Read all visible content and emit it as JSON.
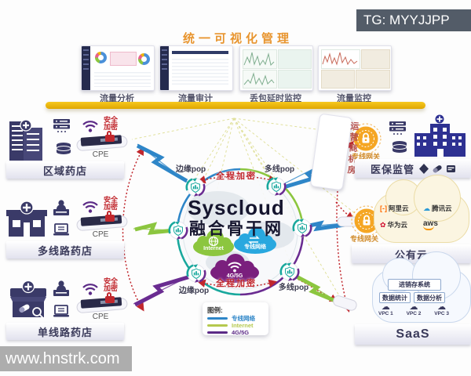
{
  "watermarks": {
    "top": "TG: MYYJJPP",
    "bottom": "www.hnstrk.com"
  },
  "management": {
    "title": "统一可视化管理",
    "dashboards": [
      {
        "label": "流量分析"
      },
      {
        "label": "流量审计"
      },
      {
        "label": "丢包延时监控"
      },
      {
        "label": "流量监控"
      }
    ]
  },
  "sites": [
    {
      "name": "区域药店",
      "cpe_label": "CPE",
      "secure_line1": "安全",
      "secure_line2": "加密"
    },
    {
      "name": "多线路药店",
      "cpe_label": "CPE",
      "secure_line1": "安全",
      "secure_line2": "加密"
    },
    {
      "name": "单线路药店",
      "cpe_label": "CPE",
      "secure_line1": "安全",
      "secure_line2": "加密"
    }
  ],
  "core": {
    "brand": "Syscloud",
    "name": "融合骨干网",
    "encryption_top": "全程加密",
    "encryption_bottom": "全程加密",
    "clouds": [
      {
        "label": "Internet",
        "color": "#8CC63F"
      },
      {
        "label": "专线网络",
        "color": "#29A8DF"
      },
      {
        "label": "4G/5G",
        "color": "#7A1F7D"
      }
    ],
    "pop_labels": {
      "top_left": "边缘pop",
      "top_right": "多线pop",
      "bottom_left": "边缘pop",
      "bottom_right": "多线pop"
    }
  },
  "right": {
    "carrier_room": {
      "label": "运营商机房",
      "operators": [
        "china-telecom-icon",
        "china-unicom-icon",
        "china-mobile-icon"
      ]
    },
    "gateway1": "专线网关",
    "gateway2": "专线网关",
    "insurance": {
      "name": "医保监管",
      "icons": [
        "badge-icon",
        "pill-icon",
        "card-icon"
      ]
    },
    "public_cloud": {
      "name": "公有云",
      "providers": [
        {
          "label": "阿里云",
          "glyph": "[-]",
          "color": "#FF6A00"
        },
        {
          "label": "腾讯云",
          "glyph": "☁",
          "color": "#2E9BD6"
        },
        {
          "label": "华为云",
          "glyph": "✿",
          "color": "#CF0A2C"
        },
        {
          "label": "aws",
          "glyph": "",
          "color": "#232F3E"
        }
      ]
    },
    "saas": {
      "name": "SaaS",
      "system": "进销存系统",
      "apps": [
        "数据统计",
        "数据分析"
      ],
      "vpcs": [
        "VPC 1",
        "VPC 2",
        "VPC 3"
      ]
    }
  },
  "legend": {
    "title": "图例:",
    "items": [
      {
        "label": "专线网络",
        "color": "#2E86C8"
      },
      {
        "label": "Internet",
        "color": "#B5C94E"
      },
      {
        "label": "4G/5G",
        "color": "#5B2A86"
      }
    ]
  }
}
